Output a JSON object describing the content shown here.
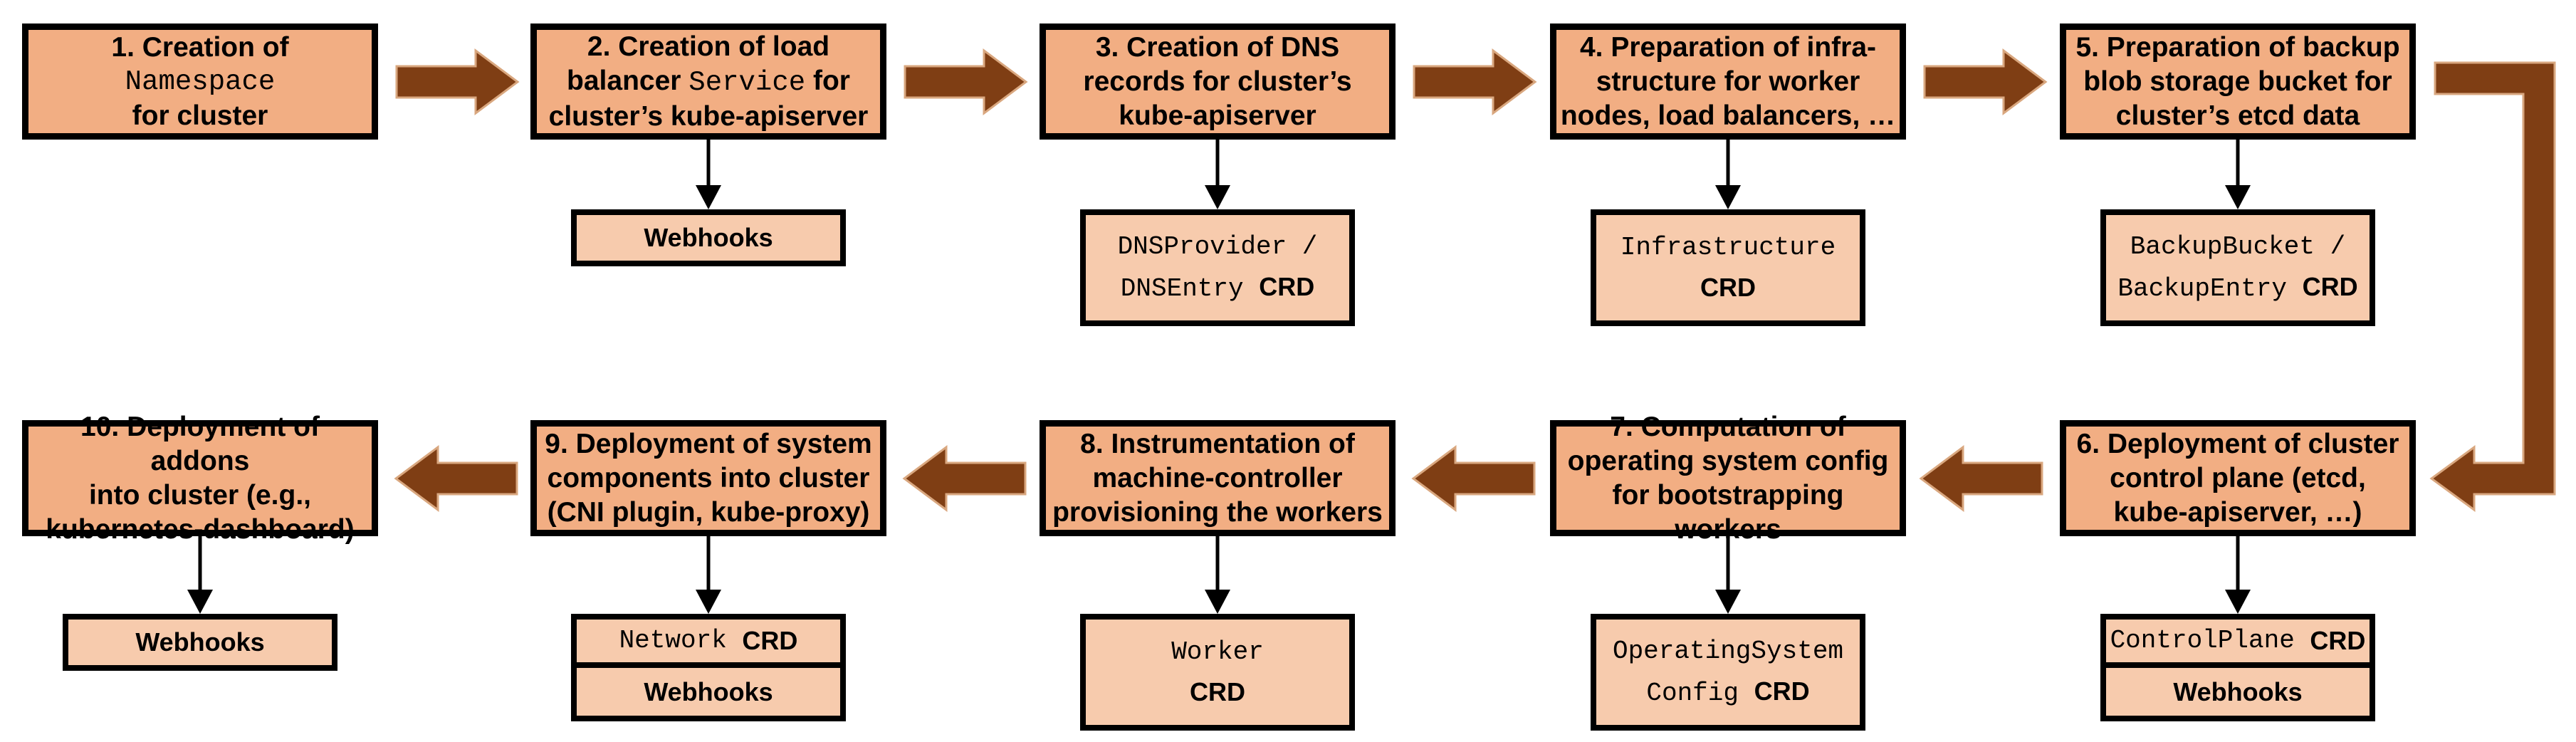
{
  "palette": {
    "ink": "#000000",
    "bg": "#ffffff",
    "box_fill": "#F2AE83",
    "sub_fill": "#F7CBAD",
    "arrow": "#7F3E14",
    "arrow_outline": "#D9A77F"
  },
  "boxes": {
    "b1": {
      "l1": "1. Creation of",
      "l2": "Namespace",
      "l3": "for cluster"
    },
    "b2": {
      "l1": "2. Creation of load",
      "l2a": "balancer",
      "l2b": "Service",
      "l2c": "for",
      "l3": "cluster’s kube-apiserver"
    },
    "b3": {
      "l1": "3. Creation of DNS",
      "l2": "records for cluster’s",
      "l3": "kube-apiserver"
    },
    "b4": {
      "l1": "4. Preparation of infra-",
      "l2": "structure for worker",
      "l3": "nodes, load balancers, …"
    },
    "b5": {
      "l1": "5. Preparation of backup",
      "l2": "blob storage bucket for",
      "l3": "cluster’s etcd data"
    },
    "b6": {
      "l1": "6. Deployment of cluster",
      "l2": "control plane (etcd,",
      "l3": "kube-apiserver, …)"
    },
    "b7": {
      "l1": "7. Computation of",
      "l2": "operating system config",
      "l3": "for bootstrapping workers"
    },
    "b8": {
      "l1": "8. Instrumentation of",
      "l2": "machine-controller",
      "l3": "provisioning the workers"
    },
    "b9": {
      "l1": "9. Deployment of system",
      "l2": "components into cluster",
      "l3": "(CNI plugin, kube-proxy)"
    },
    "b10": {
      "l1": "10. Deployment of addons",
      "l2": "into cluster (e.g.,",
      "l3": "kubernetes-dashboard)"
    }
  },
  "subs": {
    "s2": {
      "label": "Webhooks"
    },
    "s3": {
      "l1": "DNSProvider /",
      "l2a": "DNSEntry",
      "l2b": "CRD"
    },
    "s4": {
      "l1": "Infrastructure",
      "l2": "CRD"
    },
    "s5": {
      "l1": "BackupBucket /",
      "l2a": "BackupEntry",
      "l2b": "CRD"
    },
    "s6": {
      "r1a": "ControlPlane",
      "r1b": "CRD",
      "r2": "Webhooks"
    },
    "s7": {
      "l1": "OperatingSystem",
      "l2a": "Config",
      "l2b": "CRD"
    },
    "s8": {
      "l1": "Worker",
      "l2": "CRD"
    },
    "s9": {
      "r1a": "Network",
      "r1b": "CRD",
      "r2": "Webhooks"
    },
    "s10": {
      "label": "Webhooks"
    }
  }
}
